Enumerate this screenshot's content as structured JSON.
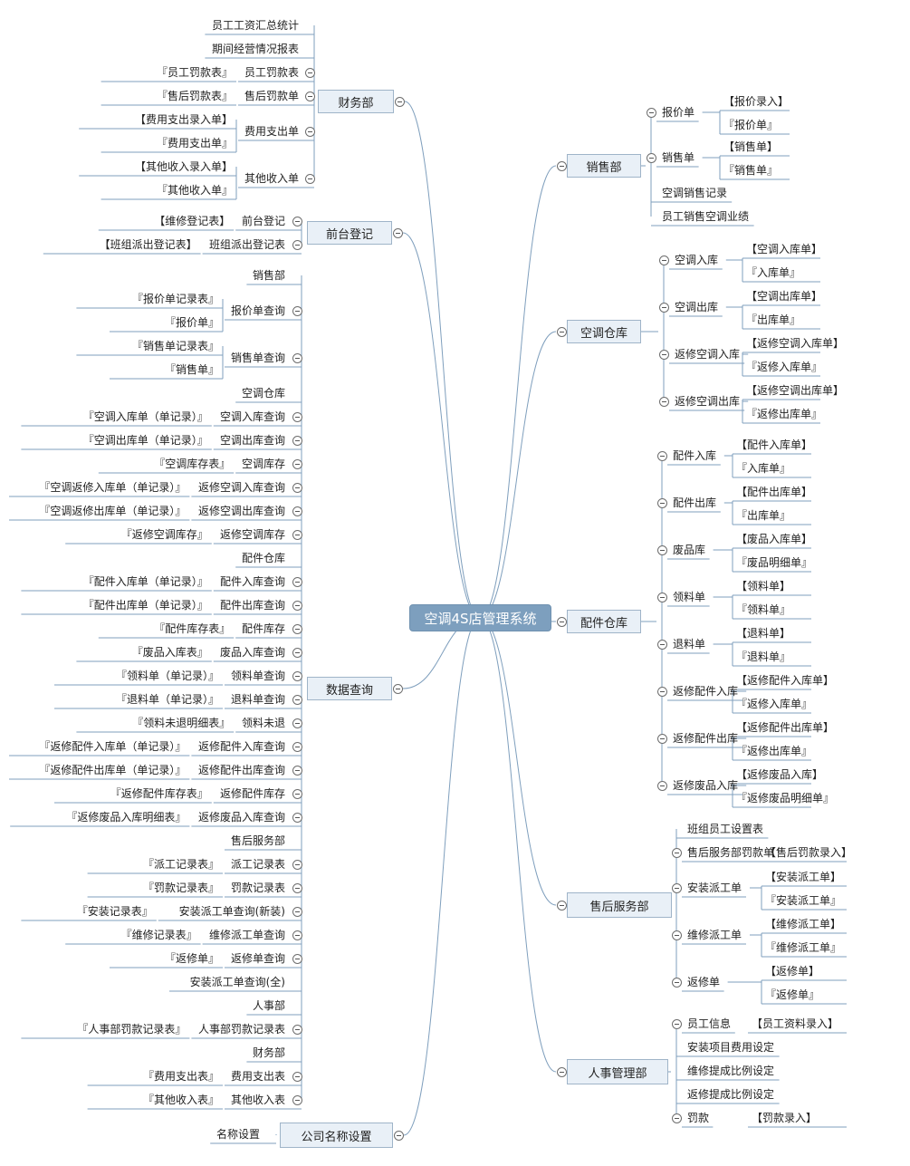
{
  "root": "空调4S店管理系统",
  "right": [
    {
      "label": "销售部",
      "children": [
        {
          "label": "报价单",
          "toggle": true,
          "children": [
            {
              "label": "【报价录入】"
            },
            {
              "label": "『报价单』"
            }
          ]
        },
        {
          "label": "销售单",
          "toggle": true,
          "children": [
            {
              "label": "【销售单】"
            },
            {
              "label": "『销售单』"
            }
          ]
        },
        {
          "label": "空调销售记录"
        },
        {
          "label": "员工销售空调业绩"
        }
      ]
    },
    {
      "label": "空调仓库",
      "children": [
        {
          "label": "空调入库",
          "toggle": true,
          "children": [
            {
              "label": "【空调入库单】"
            },
            {
              "label": "『入库单』"
            }
          ]
        },
        {
          "label": "空调出库",
          "toggle": true,
          "children": [
            {
              "label": "【空调出库单】"
            },
            {
              "label": "『出库单』"
            }
          ]
        },
        {
          "label": "返修空调入库",
          "toggle": true,
          "children": [
            {
              "label": "【返修空调入库单】"
            },
            {
              "label": "『返修入库单』"
            }
          ]
        },
        {
          "label": "返修空调出库",
          "toggle": true,
          "children": [
            {
              "label": "【返修空调出库单】"
            },
            {
              "label": "『返修出库单』"
            }
          ]
        }
      ]
    },
    {
      "label": "配件仓库",
      "children": [
        {
          "label": "配件入库",
          "toggle": true,
          "children": [
            {
              "label": "【配件入库单】"
            },
            {
              "label": "『入库单』"
            }
          ]
        },
        {
          "label": "配件出库",
          "toggle": true,
          "children": [
            {
              "label": "【配件出库单】"
            },
            {
              "label": "『出库单』"
            }
          ]
        },
        {
          "label": "废品库",
          "toggle": true,
          "children": [
            {
              "label": "【废品入库单】"
            },
            {
              "label": "『废品明细单』"
            }
          ]
        },
        {
          "label": "领料单",
          "toggle": true,
          "children": [
            {
              "label": "【领料单】"
            },
            {
              "label": "『领料单』"
            }
          ]
        },
        {
          "label": "退料单",
          "toggle": true,
          "children": [
            {
              "label": "【退料单】"
            },
            {
              "label": "『退料单』"
            }
          ]
        },
        {
          "label": "返修配件入库",
          "toggle": true,
          "children": [
            {
              "label": "【返修配件入库单】"
            },
            {
              "label": "『返修入库单』"
            }
          ]
        },
        {
          "label": "返修配件出库",
          "toggle": true,
          "children": [
            {
              "label": "【返修配件出库单】"
            },
            {
              "label": "『返修出库单』"
            }
          ]
        },
        {
          "label": "返修废品入库",
          "toggle": true,
          "children": [
            {
              "label": "【返修废品入库】"
            },
            {
              "label": "『返修废品明细单』"
            }
          ]
        }
      ]
    },
    {
      "label": "售后服务部",
      "children": [
        {
          "label": "班组员工设置表"
        },
        {
          "label": "售后服务部罚款单",
          "toggle": true,
          "children": [
            {
              "label": "【售后罚款录入】"
            }
          ]
        },
        {
          "label": "安装派工单",
          "toggle": true,
          "children": [
            {
              "label": "【安装派工单】"
            },
            {
              "label": "『安装派工单』"
            }
          ]
        },
        {
          "label": "维修派工单",
          "toggle": true,
          "children": [
            {
              "label": "【维修派工单】"
            },
            {
              "label": "『维修派工单』"
            }
          ]
        },
        {
          "label": "返修单",
          "toggle": true,
          "children": [
            {
              "label": "【返修单】"
            },
            {
              "label": "『返修单』"
            }
          ]
        }
      ]
    },
    {
      "label": "人事管理部",
      "children": [
        {
          "label": "员工信息",
          "toggle": true,
          "children": [
            {
              "label": "【员工资料录入】"
            }
          ]
        },
        {
          "label": "安装项目费用设定"
        },
        {
          "label": "维修提成比例设定"
        },
        {
          "label": "返修提成比例设定"
        },
        {
          "label": "罚款",
          "toggle": true,
          "children": [
            {
              "label": "【罚款录入】"
            }
          ]
        }
      ]
    }
  ],
  "left": [
    {
      "label": "财务部",
      "children": [
        {
          "label": "员工工资汇总统计"
        },
        {
          "label": "期间经营情况报表"
        },
        {
          "label": "员工罚款表",
          "toggle": true,
          "children": [
            {
              "label": "『员工罚款表』"
            }
          ]
        },
        {
          "label": "售后罚款单",
          "toggle": true,
          "children": [
            {
              "label": "『售后罚款表』"
            }
          ]
        },
        {
          "label": "费用支出单",
          "toggle": true,
          "children": [
            {
              "label": "【费用支出录入单】"
            },
            {
              "label": "『费用支出单』"
            }
          ]
        },
        {
          "label": "其他收入单",
          "toggle": true,
          "children": [
            {
              "label": "【其他收入录入单】"
            },
            {
              "label": "『其他收入单』"
            }
          ]
        }
      ]
    },
    {
      "label": "前台登记",
      "children": [
        {
          "label": "前台登记",
          "toggle": true,
          "children": [
            {
              "label": "【维修登记表】"
            }
          ]
        },
        {
          "label": "班组派出登记表",
          "toggle": true,
          "children": [
            {
              "label": "【班组派出登记表】"
            }
          ]
        }
      ]
    },
    {
      "label": "数据查询",
      "children": [
        {
          "label": "销售部"
        },
        {
          "label": "报价单查询",
          "toggle": true,
          "children": [
            {
              "label": "『报价单记录表』"
            },
            {
              "label": "『报价单』"
            }
          ]
        },
        {
          "label": "销售单查询",
          "toggle": true,
          "children": [
            {
              "label": "『销售单记录表』"
            },
            {
              "label": "『销售单』"
            }
          ]
        },
        {
          "label": "空调仓库"
        },
        {
          "label": "空调入库查询",
          "toggle": true,
          "children": [
            {
              "label": "『空调入库单（单记录）』"
            }
          ]
        },
        {
          "label": "空调出库查询",
          "toggle": true,
          "children": [
            {
              "label": "『空调出库单（单记录）』"
            }
          ]
        },
        {
          "label": "空调库存",
          "toggle": true,
          "children": [
            {
              "label": "『空调库存表』"
            }
          ]
        },
        {
          "label": "返修空调入库查询",
          "toggle": true,
          "children": [
            {
              "label": "『空调返修入库单（单记录）』"
            }
          ]
        },
        {
          "label": "返修空调出库查询",
          "toggle": true,
          "children": [
            {
              "label": "『空调返修出库单（单记录）』"
            }
          ]
        },
        {
          "label": "返修空调库存",
          "toggle": true,
          "children": [
            {
              "label": "『返修空调库存』"
            }
          ]
        },
        {
          "label": "配件仓库"
        },
        {
          "label": "配件入库查询",
          "toggle": true,
          "children": [
            {
              "label": "『配件入库单（单记录）』"
            }
          ]
        },
        {
          "label": "配件出库查询",
          "toggle": true,
          "children": [
            {
              "label": "『配件出库单（单记录）』"
            }
          ]
        },
        {
          "label": "配件库存",
          "toggle": true,
          "children": [
            {
              "label": "『配件库存表』"
            }
          ]
        },
        {
          "label": "废品入库查询",
          "toggle": true,
          "children": [
            {
              "label": "『废品入库表』"
            }
          ]
        },
        {
          "label": "领料单查询",
          "toggle": true,
          "children": [
            {
              "label": "『领料单（单记录）』"
            }
          ]
        },
        {
          "label": "退料单查询",
          "toggle": true,
          "children": [
            {
              "label": "『退料单（单记录）』"
            }
          ]
        },
        {
          "label": "领料未退",
          "toggle": true,
          "children": [
            {
              "label": "『领料未退明细表』"
            }
          ]
        },
        {
          "label": "返修配件入库查询",
          "toggle": true,
          "children": [
            {
              "label": "『返修配件入库单（单记录）』"
            }
          ]
        },
        {
          "label": "返修配件出库查询",
          "toggle": true,
          "children": [
            {
              "label": "『返修配件出库单（单记录）』"
            }
          ]
        },
        {
          "label": "返修配件库存",
          "toggle": true,
          "children": [
            {
              "label": "『返修配件库存表』"
            }
          ]
        },
        {
          "label": "返修废品入库查询",
          "toggle": true,
          "children": [
            {
              "label": "『返修废品入库明细表』"
            }
          ]
        },
        {
          "label": "售后服务部"
        },
        {
          "label": "派工记录表",
          "toggle": true,
          "children": [
            {
              "label": "『派工记录表』"
            }
          ]
        },
        {
          "label": "罚款记录表",
          "toggle": true,
          "children": [
            {
              "label": "『罚款记录表』"
            }
          ]
        },
        {
          "label": "安装派工单查询(新装)",
          "toggle": true,
          "children": [
            {
              "label": "『安装记录表』"
            }
          ]
        },
        {
          "label": "维修派工单查询",
          "toggle": true,
          "children": [
            {
              "label": "『维修记录表』"
            }
          ]
        },
        {
          "label": "返修单查询",
          "toggle": true,
          "children": [
            {
              "label": "『返修单』"
            }
          ]
        },
        {
          "label": "安装派工单查询(全)"
        },
        {
          "label": "人事部"
        },
        {
          "label": "人事部罚款记录表",
          "toggle": true,
          "children": [
            {
              "label": "『人事部罚款记录表』"
            }
          ]
        },
        {
          "label": "财务部"
        },
        {
          "label": "费用支出表",
          "toggle": true,
          "children": [
            {
              "label": "『费用支出表』"
            }
          ]
        },
        {
          "label": "其他收入表",
          "toggle": true,
          "children": [
            {
              "label": "『其他收入表』"
            }
          ]
        }
      ]
    },
    {
      "label": "公司名称设置",
      "children": [
        {
          "label": "名称设置"
        }
      ]
    }
  ]
}
